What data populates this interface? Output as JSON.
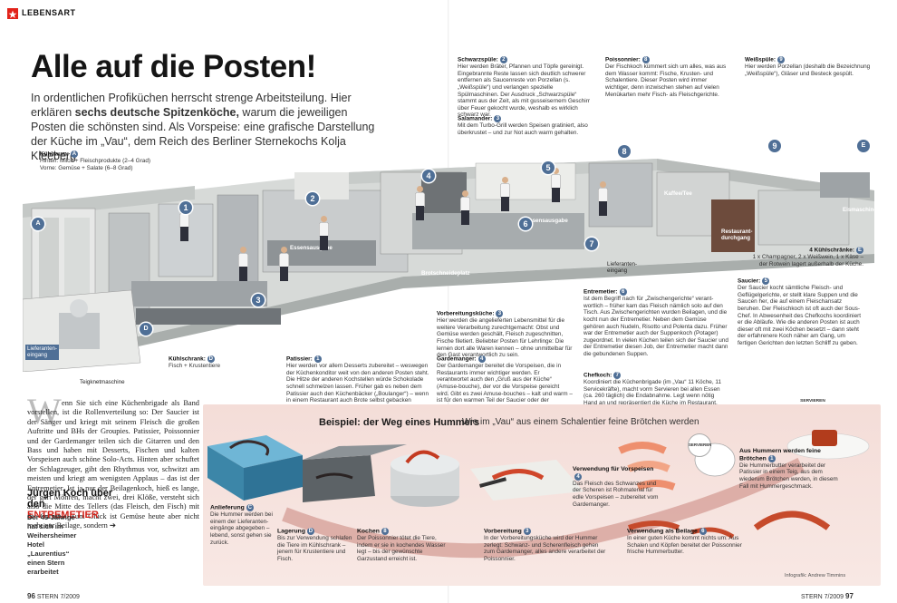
{
  "header": {
    "section": "LEBENSART"
  },
  "title": "Alle auf die Posten!",
  "intro": {
    "pre": "In ordentlichen Profiküchen herrscht strenge Arbeitsteilung. Hier erklären ",
    "bold": "sechs deutsche Spitzenköche,",
    "post": " warum die jeweiligen Posten die schönsten sind. Als Vorspeise: eine grafische Darstellung der Küche im „Vau“, dem Reich des Berliner Sternekochs Kolja Kleeberg"
  },
  "kuehlraum": {
    "title": "Kühlraum:",
    "marker": "A",
    "hinten": "Hinten: Milch + Fleischprodukte (2–4 Grad)",
    "vorne": "Vorne: Gemüse + Salate (6–8 Grad)"
  },
  "map_labels": {
    "lieferanteneingang_left": "Lieferanten-\neingang",
    "teigknetmaschine": "Teigknetmaschine",
    "essensausgabe_1": "Essensausgabe",
    "brotschneideplatz": "Brotschneideplatz",
    "essensausgabe_2": "Essensausgabe",
    "lieferanteneingang_right": "Lieferanten-\neingang",
    "kaffee_tee": "Kaffee/Tee",
    "restaurantdurchgang": "Restaurant-\ndurchgang",
    "eismaschine": "Eismaschine",
    "marker_a": "A",
    "marker_d": "D",
    "marker_e": "E"
  },
  "kuehlschrank": {
    "title": "Kühlschrank:",
    "marker": "D",
    "text": "Fisch + Krustentiere"
  },
  "annotations": [
    {
      "title": "Schwarzspüle:",
      "num": "2",
      "text": "Hier werden Bräter, Pfannen und Töpfe gereinigt. Einge­brannte Reste lassen sich deutlich schwerer entfernen als Saucenreste von Porzellan (s. „Weißspüle“) und verlangen spezielle Spülmaschinen. Der Ausdruck „Schwarzspüle“ stammt aus der Zeit, als mit gusseisernem Geschirr über Feuer gekocht wurde, weshalb es wirklich schwarz war."
    },
    {
      "title": "Salamander:",
      "num": "3",
      "text": "Mit dem Turbo-Grill werden Speisen gratiniert, also über­krustet – und zur Not auch warm gehalten."
    },
    {
      "title": "Poissonnier:",
      "num": "8",
      "text": "Der Fischkoch kümmert sich um alles, was aus dem Wasser kommt: Fische, Krusten- und Schalentiere. Dieser Posten wird immer wichtiger, denn inzwischen stehen auf vielen Menükarten mehr Fisch- als Fleischgerichte."
    },
    {
      "title": "Weißspüle:",
      "num": "9",
      "text": "Hier werden Porzellan (deshalb die Bezeichnung „Weißspüle“), Gläser und Besteck gespült."
    },
    {
      "title": "4 Kühlschränke:",
      "num": "E",
      "text": "1 x Champagner, 2 x Weißwein, 1 x Käse – der Rotwein lagert außerhalb der Küche."
    },
    {
      "title": "Saucier:",
      "num": "5",
      "text": "Der Saucier kocht sämtliche Fleisch- und Geflügelge­richte, er stellt klare Suppen und die Saucen her, die auf einem Fleischansatz beruhen. Der Fleischkoch ist oft auch der Sous-Chef. In Abwesenheit des Chef­kochs koordiniert er die Abläufe. Wie die anderen Posten ist auch dieser oft mit zwei Köchen besetzt – dann steht der erfahrenere Koch näher am Gang, um fertigen Gerichten den letzten Schliff zu geben."
    },
    {
      "title": "Entremetier:",
      "num": "6",
      "text": "Ist dem Begriff nach für „Zwischengerichte“ verant­wortlich – früher kam das Fleisch nämlich solo auf den Tisch. Aus Zwischengerichten wurden Beilagen, und die kocht nun der Entremetier. Neben dem Ge­müse gehören auch Nudeln, Risotto und Polenta dazu. Früher war der Entremetier auch der Suppen­koch (Potager) zugeordnet. In vielen Küchen teilen sich der Saucier und der Entremetier diesen Job, der Entremetier macht dann die gebundenen Suppen."
    },
    {
      "title": "Vorbereitungsküche:",
      "num": "3",
      "text": "Hier werden die angelieferten Lebensmittel für die weitere Verarbeitung zurechtgemacht: Obst und Gemüse werden geschält, Fleisch zugeschnitten, Fische filetiert. Beliebter Posten für Lehrlinge: Die lernen dort alle Waren kennen – ohne unmittelbar für den Gast verantwortlich zu sein."
    },
    {
      "title": "Gardemanger:",
      "num": "4",
      "text": "Der Gardemanger bereitet die Vorspeisen, die in Restaurants immer wichtiger werden. Er verantwortet auch den „Gruß aus der Küche“ (Amuse-bouche), der vor die Vorspeise gereicht wird. Gibt es zwei Amuse-bouches – kalt und warm – ist für den warmen Teil der Saucier oder der Entremetier zuständig. Der kalte Teil gebührt dem Gardemanger."
    },
    {
      "title": "Chefkoch:",
      "num": "7",
      "text": "Koordiniert die Küchenbrigade (im „Vau“ 11 Köche, 11 Servicekräfte), macht vorm Servieren bei allen Essen (ca. 260 täglich) die Endabnahme. Legt wenn nötig Hand an und repräsentiert die Küche im Restaurant."
    },
    {
      "title": "Patissier:",
      "num": "1",
      "text": "Hier werden vor allem Desserts zubereitet – weswegen der Küchenkonditor weit von den anderen Posten steht. Die Hitze der anderen Kochstellen würde Schokolade schnell schmelzen lassen. Früher gab es neben dem Patissier auch den Küchenbäcker („Boulanger“) – wenn in einem Restaurant auch Brote selbst gebacken werden, erledigt das heute der Patissier."
    }
  ],
  "article": {
    "dropcap": "W",
    "body": "enn Sie sich eine Küchenbrigade als Band vor­stellen, ist die Rollenverteilung so: Der Saucier ist der Sänger und kriegt mit seinem Fleisch die gro­ßen Auftritte und BHs der Groupies. Patissier, Poissonnier und der Gardemanger teilen sich die Gitarren und den Bass und haben mit Desserts, Fischen und kalten Vorspeisen auch schöne Solo-Acts. Hinten aber schuftet der Schlag­zeuger, gibt den Rhythmus vor, schwitzt am meisten und kriegt am wenigsten Applaus – das ist der Entremetier. Ist ja nur der Beilagenkoch, hieß es lange, der gart Möhren, macht zwei, drei Klöße, versteht sich also die Mitte des Tellers (das Fleisch, den Fisch) mit der Garnitur. Zum Glück ist Gemüse heu­te aber nicht mehr nur Beilage, sondern ➔",
    "sub_title_1": "Jürgen Koch über",
    "sub_title_2": "den",
    "sub_title_red": "ENTREMETIER",
    "sub_text": "Der 45-Jährige hat sich im Weihersheimer Hotel „Laurentius“ einen Stern erarbeitet"
  },
  "lobster": {
    "title": "Beispiel: der Weg eines Hummers",
    "subtitle": "Wie im „Vau“ aus einem Schalentier feine Brötchen werden",
    "steps": [
      {
        "title": "Anlieferung",
        "num": "C",
        "text": "Die Hummer werden bei einem der Lieferanten­eingänge abgegeben – lebend, sonst gehen sie zurück."
      },
      {
        "title": "Lagerung",
        "num": "D",
        "text": "Bis zur Verwendung schlafen die Tiere im Kühlschrank – jenem für Krustentiere und Fisch."
      },
      {
        "title": "Kochen",
        "num": "8",
        "text": "Der Poissonnier tötet die Tiere, indem er sie in kochendes Wasser legt – bis der gewünschte Garzustand erreicht ist."
      },
      {
        "title": "Vorbereitung",
        "num": "3",
        "text": "In der Vorbereitungsküche wird der Hummer zerlegt: Schwanz- und Scherenfleisch gehen zum Gardemanger, alles andere verarbeitet der Poissonnier."
      },
      {
        "title": "Verwendung für Vorspeisen",
        "num": "4",
        "text": "Das Fleisch des Schwanzes und der Scheren ist Rohmaterial für edle Vorspeisen – zubereitet vom Gardemanger."
      },
      {
        "title": "Verwendung als Beilage",
        "num": "6",
        "text": "In einer guten Küche kommt nichts um: Aus Schalen und Köpfen bereitet der Poissonnier frische Hummerbutter."
      },
      {
        "title": "Aus Hummern werden feine Brötchen",
        "num": "1",
        "text": "Die Hummerbutter verarbeitet der Patissier in einem Teig, aus dem wiederum Brötchen werden, in diesem Fall mit Hummergeschmack."
      }
    ],
    "service_label": "SERVIEREN",
    "credit": "Infografik: Andrew Timmins"
  },
  "footer": {
    "left_num": "96",
    "left_mag": "STERN 7/2009",
    "right_mag": "STERN 7/2009",
    "right_num": "97"
  }
}
